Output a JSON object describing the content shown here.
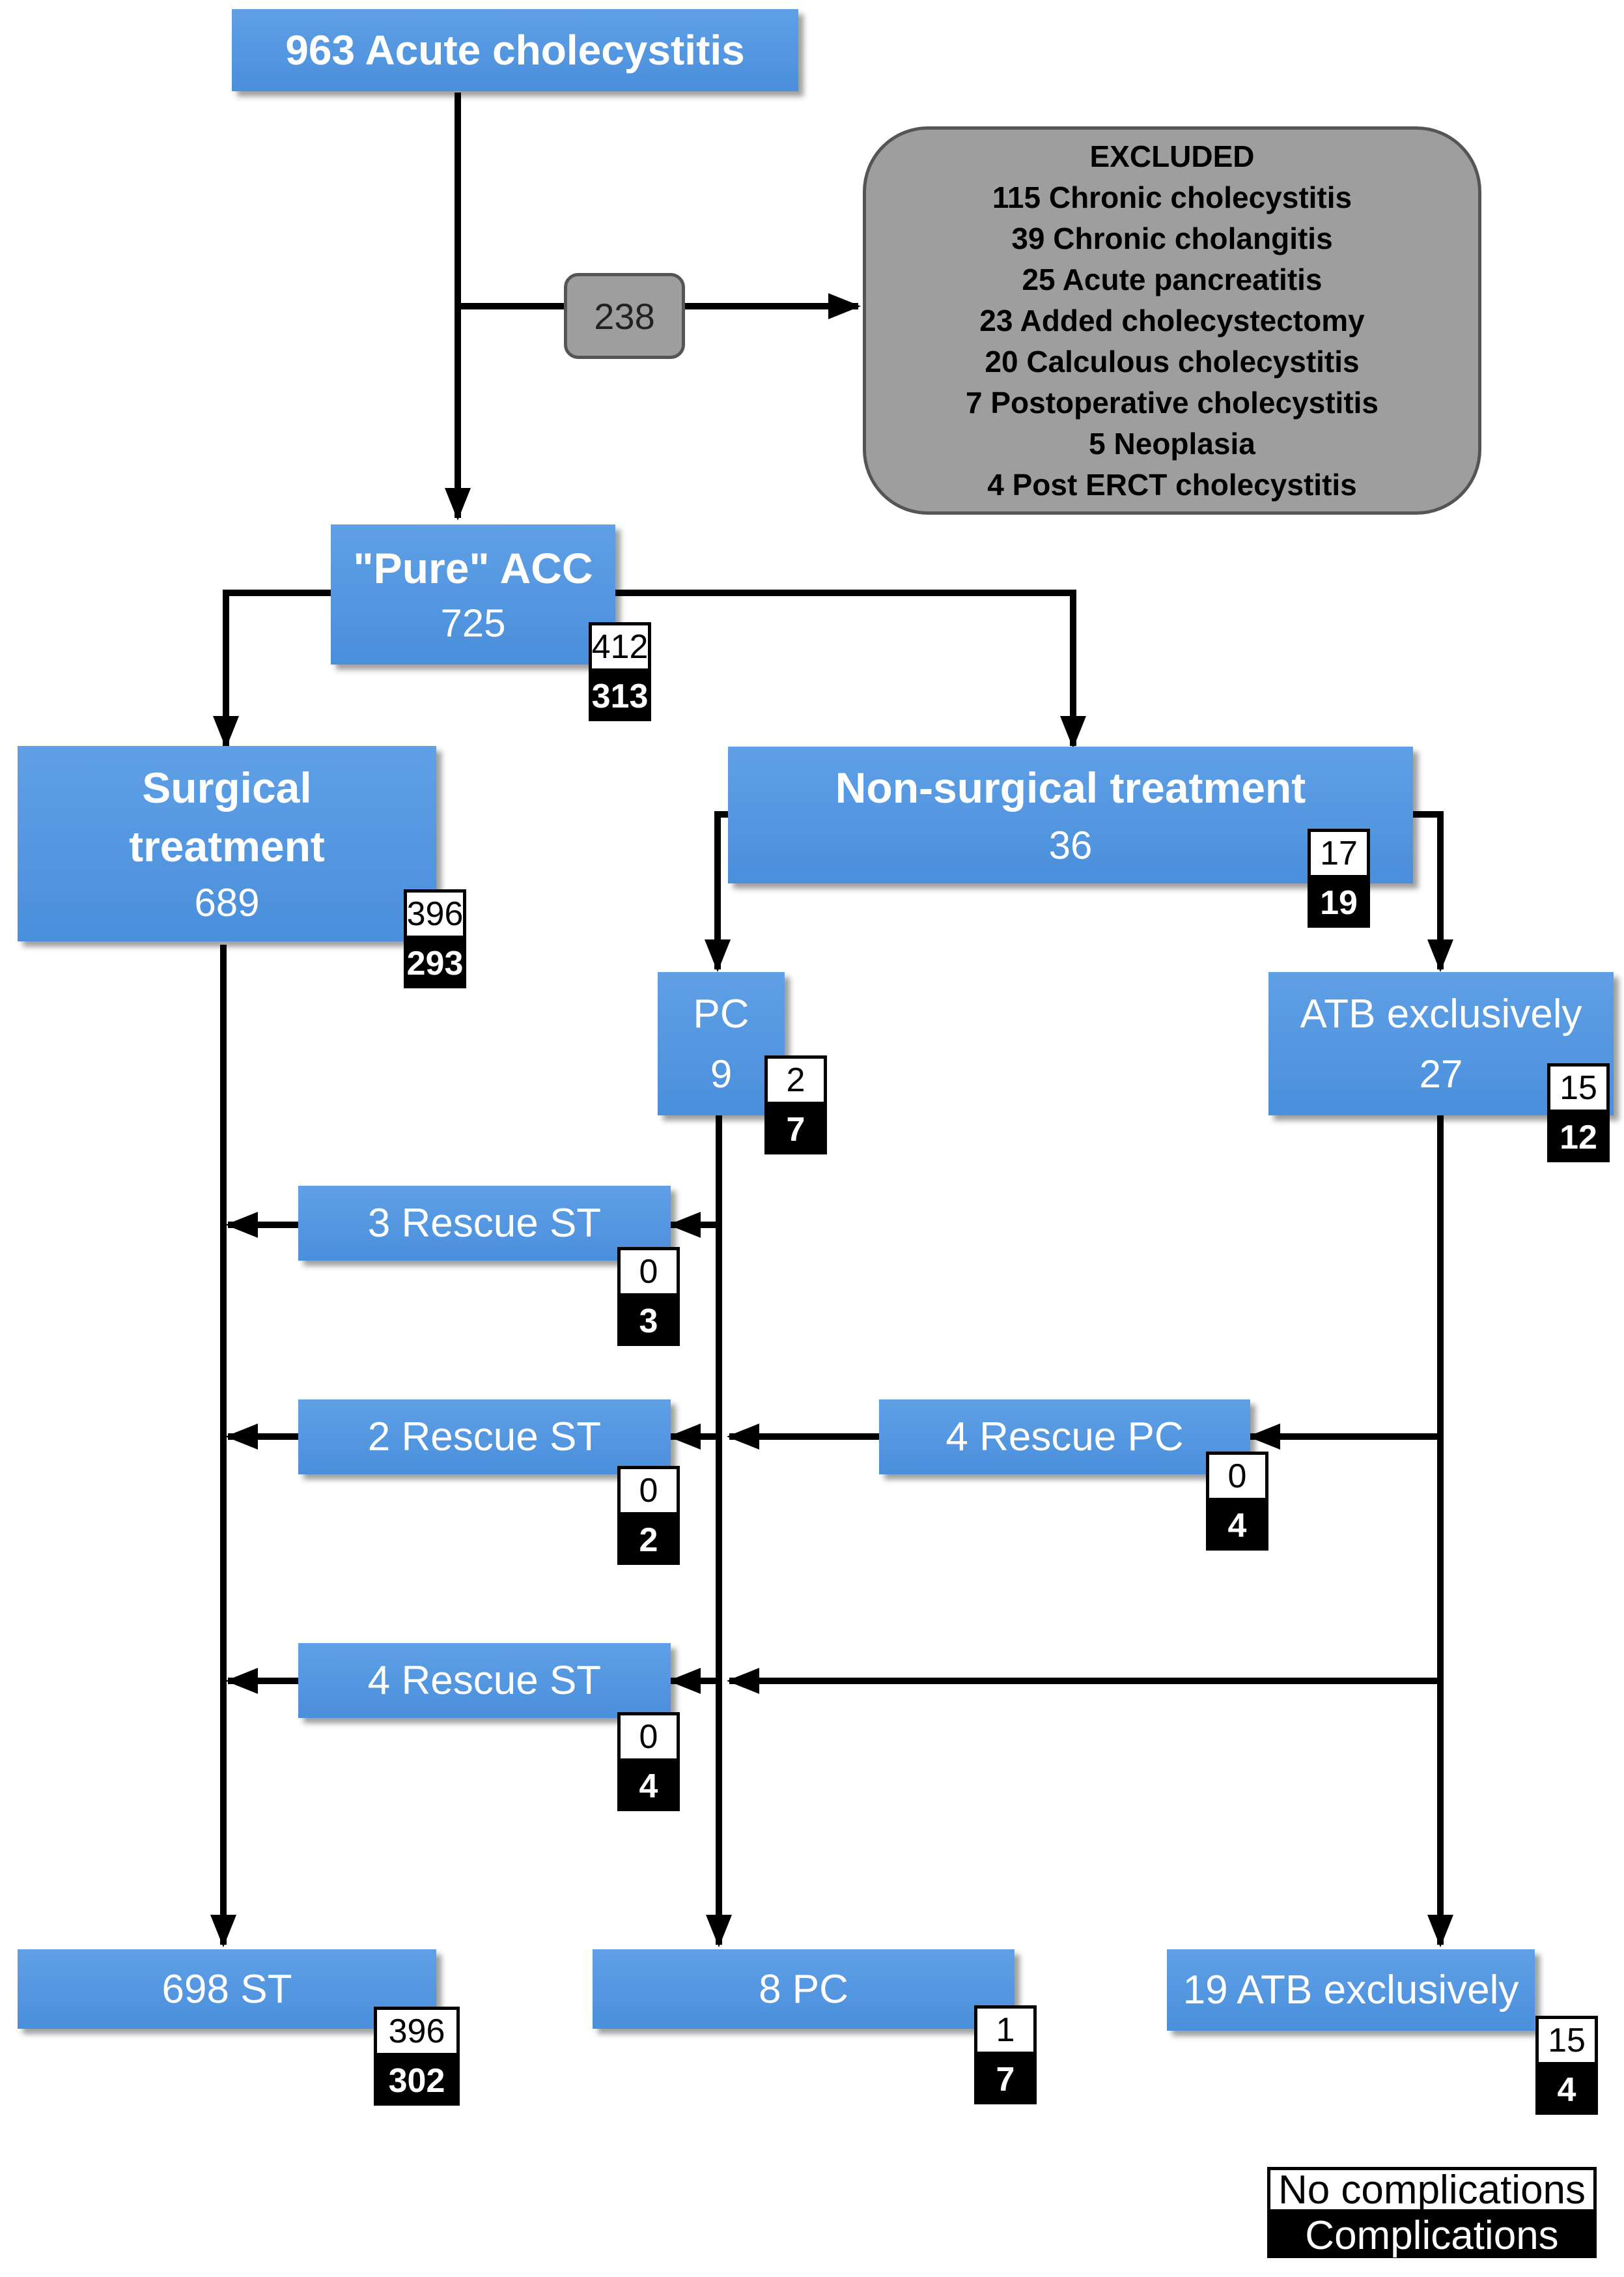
{
  "top": {
    "label": "963 Acute cholecystitis"
  },
  "excluded_count": "238",
  "excluded": {
    "title": "EXCLUDED",
    "items": [
      "115 Chronic cholecystitis",
      "39 Chronic cholangitis",
      "25 Acute pancreatitis",
      "23 Added cholecystectomy",
      "20 Calculous cholecystitis",
      "7 Postoperative cholecystitis",
      "5 Neoplasia",
      "4 Post ERCT cholecystitis"
    ]
  },
  "pure": {
    "label": "\"Pure\" ACC",
    "count": "725",
    "no_comp": "412",
    "comp": "313"
  },
  "surgical": {
    "line1": "Surgical",
    "line2": "treatment",
    "count": "689",
    "no_comp": "396",
    "comp": "293"
  },
  "nonsurgical": {
    "label": "Non-surgical treatment",
    "count": "36",
    "no_comp": "17",
    "comp": "19"
  },
  "pc": {
    "label": "PC",
    "count": "9",
    "no_comp": "2",
    "comp": "7"
  },
  "atb": {
    "label": "ATB exclusively",
    "count": "27",
    "no_comp": "15",
    "comp": "12"
  },
  "rescue1": {
    "label": "3 Rescue ST",
    "no_comp": "0",
    "comp": "3"
  },
  "rescue2": {
    "label": "2 Rescue ST",
    "no_comp": "0",
    "comp": "2"
  },
  "rescue_pc": {
    "label": "4 Rescue PC",
    "no_comp": "0",
    "comp": "4"
  },
  "rescue3": {
    "label": "4 Rescue ST",
    "no_comp": "0",
    "comp": "4"
  },
  "final_st": {
    "label": "698 ST",
    "no_comp": "396",
    "comp": "302"
  },
  "final_pc": {
    "label": "8 PC",
    "no_comp": "1",
    "comp": "7"
  },
  "final_atb": {
    "label": "19 ATB exclusively",
    "no_comp": "15",
    "comp": "4"
  },
  "legend": {
    "no_comp": "No complications",
    "comp": "Complications"
  }
}
